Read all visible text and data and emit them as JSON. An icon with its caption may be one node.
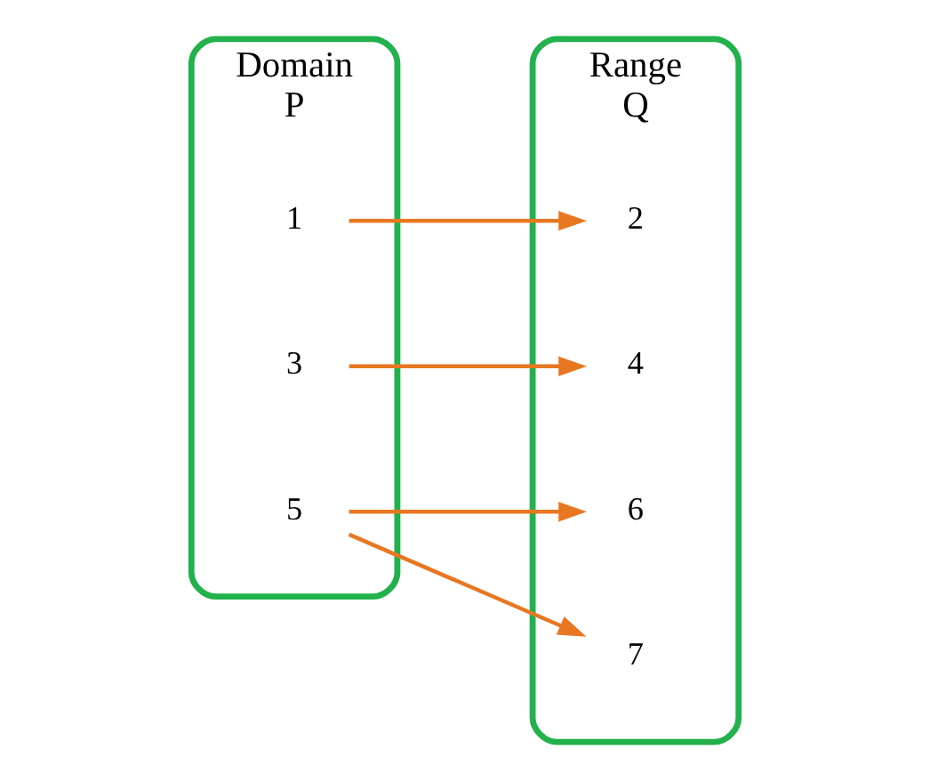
{
  "diagram": {
    "nodes": [
      {
        "text": [
          "Domain P"
        ]
      },
      {
        "text": [
          "1"
        ],
        "in": 0
      },
      {
        "text": [
          "3"
        ],
        "in": 0
      },
      {
        "text": [
          "5"
        ],
        "in": 0
      },
      {
        "text": [
          "Range Q"
        ]
      },
      {
        "text": [
          "2"
        ],
        "in": 4
      },
      {
        "text": [
          "4"
        ],
        "in": 4
      },
      {
        "text": [
          "6"
        ],
        "in": 4
      },
      {
        "text": [
          "7"
        ],
        "in": 4
      }
    ],
    "edges": [
      {
        "from": 1,
        "to": 5,
        "arrow": "to"
      },
      {
        "from": 2,
        "to": 6,
        "arrow": "to"
      },
      {
        "from": 3,
        "to": 7,
        "arrow": "to"
      },
      {
        "from": 3,
        "to": 8,
        "arrow": "to"
      }
    ]
  }
}
